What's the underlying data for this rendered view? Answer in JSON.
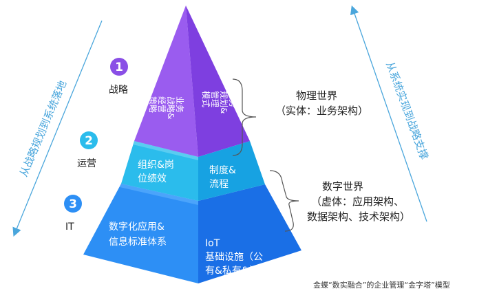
{
  "left_arrow_text": "从战略规划到系统落地",
  "right_arrow_text": "从系统实现到战略支撑",
  "levels": [
    {
      "number": "1",
      "name": "战略"
    },
    {
      "number": "2",
      "name": "运营"
    },
    {
      "number": "3",
      "name": "IT"
    }
  ],
  "top_left_face": [
    "业务",
    "战略&",
    "经营",
    "策略"
  ],
  "top_right_face": [
    "业务",
    "规划&",
    "管理",
    "模式"
  ],
  "mid_left_face": [
    "组织&岗",
    "位绩效"
  ],
  "mid_right_face": [
    "制度&",
    "流程"
  ],
  "bot_left_face": [
    "数字化应用&",
    "信息标准体系"
  ],
  "bot_right_face": [
    "IoT",
    "基础设施（公",
    "有&私有&混合）"
  ],
  "physical_world": {
    "title": "物理世界",
    "sub": "（实体：业务架构）"
  },
  "digital_world": {
    "title": "数字世界",
    "sub1": "（虚体：应用架构、",
    "sub2": "数据架构、技术架构）"
  },
  "caption": "金蝶“数实融合”的企业管理“金字塔”模型",
  "colors": {
    "purple_left": "#9a5cef",
    "purple_right": "#7e3fe0",
    "cyan_left": "#2bbcec",
    "cyan_right": "#17a2e2",
    "blue_left": "#2d8ff5",
    "blue_right": "#1a6fe6",
    "arrow": "#4aa6dc"
  }
}
